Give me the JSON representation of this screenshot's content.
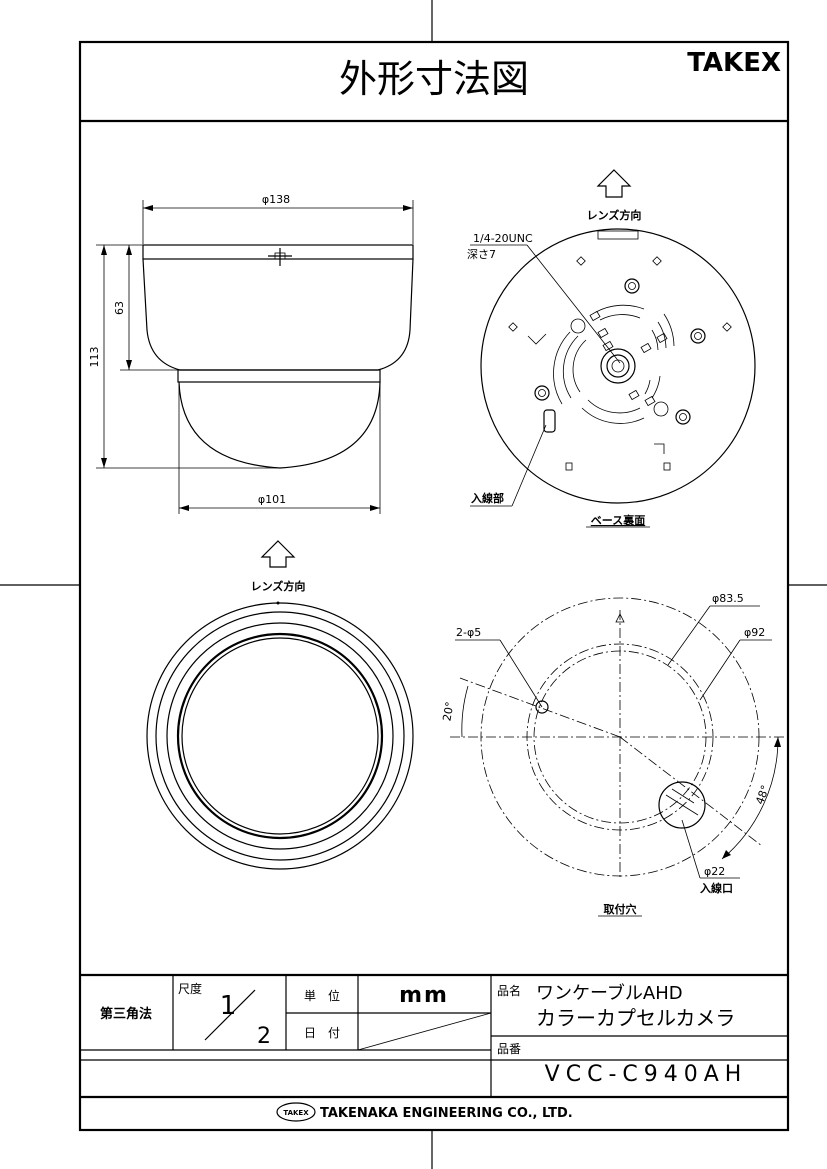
{
  "title": "外形寸法図",
  "brand": "TAKEX",
  "side_view": {
    "dim_top": "φ138",
    "dim_height_total": "113",
    "dim_height_body": "63",
    "dim_bottom": "φ101"
  },
  "base_view": {
    "arrow_label": "レンズ方向",
    "thread_label_1": "1/4-20UNC",
    "thread_label_2": "深さ7",
    "cable_entry": "入線部",
    "caption": "ベース裏面"
  },
  "front_view": {
    "arrow_label": "レンズ方向"
  },
  "mount_view": {
    "dim_pcd1": "φ83.5",
    "dim_pcd2": "φ92",
    "holes": "2-φ5",
    "angle1": "20°",
    "angle2": "48°",
    "entry_dia": "φ22",
    "entry_label": "入線口",
    "caption": "取付穴"
  },
  "title_block": {
    "projection": "第三角法",
    "scale_label": "尺度",
    "scale_num": "1",
    "scale_den": "2",
    "unit_label": "単　位",
    "unit_value": "mm",
    "date_label": "日　付",
    "product_label": "品名",
    "product_line1": "ワンケーブルAHD",
    "product_line2": "カラーカプセルカメラ",
    "model_label": "品番",
    "model_value": "VCC-C940AH",
    "company_logo": "TAKEX",
    "company_name": "TAKENAKA ENGINEERING CO., LTD."
  }
}
